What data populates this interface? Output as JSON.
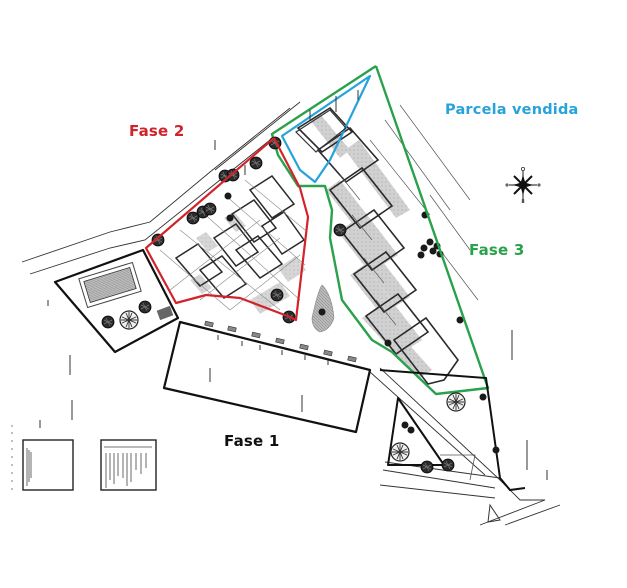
{
  "map": {
    "type": "site-plan",
    "background": "#ffffff",
    "phases": [
      {
        "id": "fase1",
        "label": "Fase 1",
        "color": "#111111"
      },
      {
        "id": "fase2",
        "label": "Fase 2",
        "color": "#d2232a"
      },
      {
        "id": "fase3",
        "label": "Fase 3",
        "color": "#2aa14b"
      },
      {
        "id": "parcela-vendida",
        "label": "Parcela vendida",
        "color": "#27a3dc"
      }
    ],
    "compass": {
      "symbol": "north-arrow"
    },
    "legend_boxes": [
      {
        "id": "title-block-left"
      },
      {
        "id": "title-block-right"
      }
    ]
  }
}
